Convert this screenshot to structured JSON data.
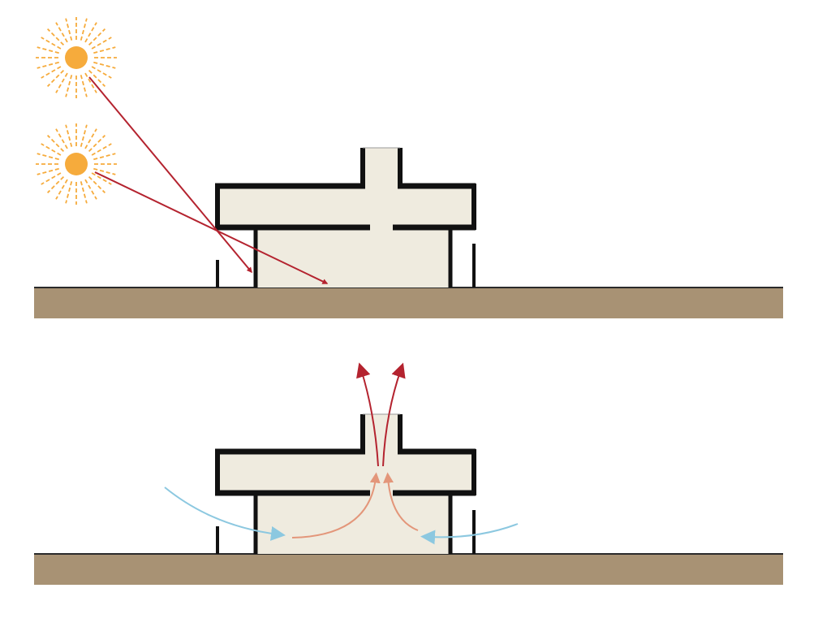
{
  "colors": {
    "background": "#ffffff",
    "ground": "#a89274",
    "ground_line": "#2a2a2a",
    "building_fill": "#efebdf",
    "wall": "#111111",
    "sun": "#f6ab3c",
    "sun_ray": "#f6ab3c",
    "sunlight_ray": "#b4232f",
    "hot_air": "#b4232f",
    "warm_air": "#e3967a",
    "cool_air": "#8cc8e0"
  },
  "panels": [
    {
      "name": "solar-heating-panel",
      "suns": [
        {
          "name": "sun-high-icon"
        },
        {
          "name": "sun-low-icon"
        }
      ],
      "rays": [
        {
          "name": "sunlight-ray-high"
        },
        {
          "name": "sunlight-ray-low"
        }
      ]
    },
    {
      "name": "ventilation-panel",
      "flows": [
        {
          "name": "cool-air-inflow-left",
          "kind": "cool_air"
        },
        {
          "name": "cool-air-inflow-right",
          "kind": "cool_air"
        },
        {
          "name": "warm-air-rising-left",
          "kind": "warm_air"
        },
        {
          "name": "warm-air-rising-right",
          "kind": "warm_air"
        },
        {
          "name": "hot-air-exhaust-left",
          "kind": "hot_air"
        },
        {
          "name": "hot-air-exhaust-right",
          "kind": "hot_air"
        }
      ]
    }
  ]
}
